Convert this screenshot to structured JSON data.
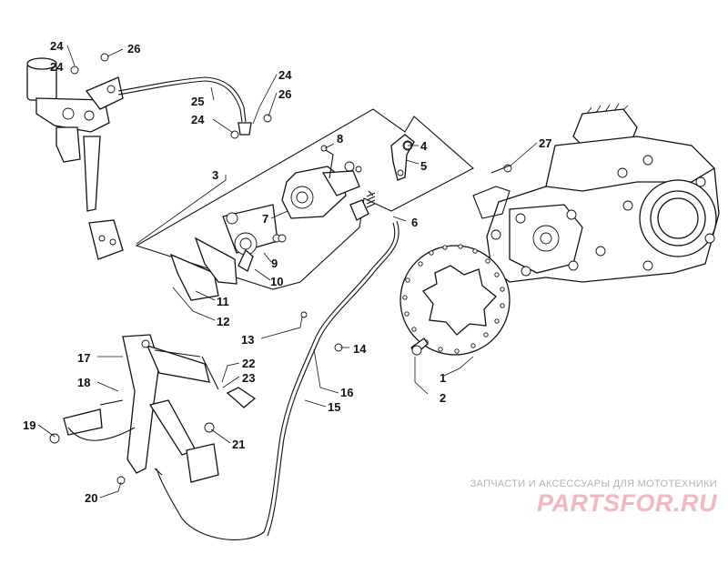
{
  "callouts": [
    "1",
    "2",
    "3",
    "4",
    "5",
    "6",
    "7",
    "8",
    "9",
    "10",
    "11",
    "12",
    "13",
    "14",
    "15",
    "16",
    "17",
    "18",
    "19",
    "20",
    "21",
    "22",
    "23",
    "24",
    "24",
    "24",
    "24",
    "25",
    "26",
    "26",
    "27"
  ],
  "watermark": {
    "tagline": "ЗАПЧАСТИ И АКСЕССУАРЫ ДЛЯ МОТОТЕХНИКИ",
    "brand": "PARTSFOR.RU"
  },
  "colors": {
    "ink": "#111111",
    "watermark_text": "#b3b3b3",
    "watermark_brand": "#f4b6c0"
  }
}
